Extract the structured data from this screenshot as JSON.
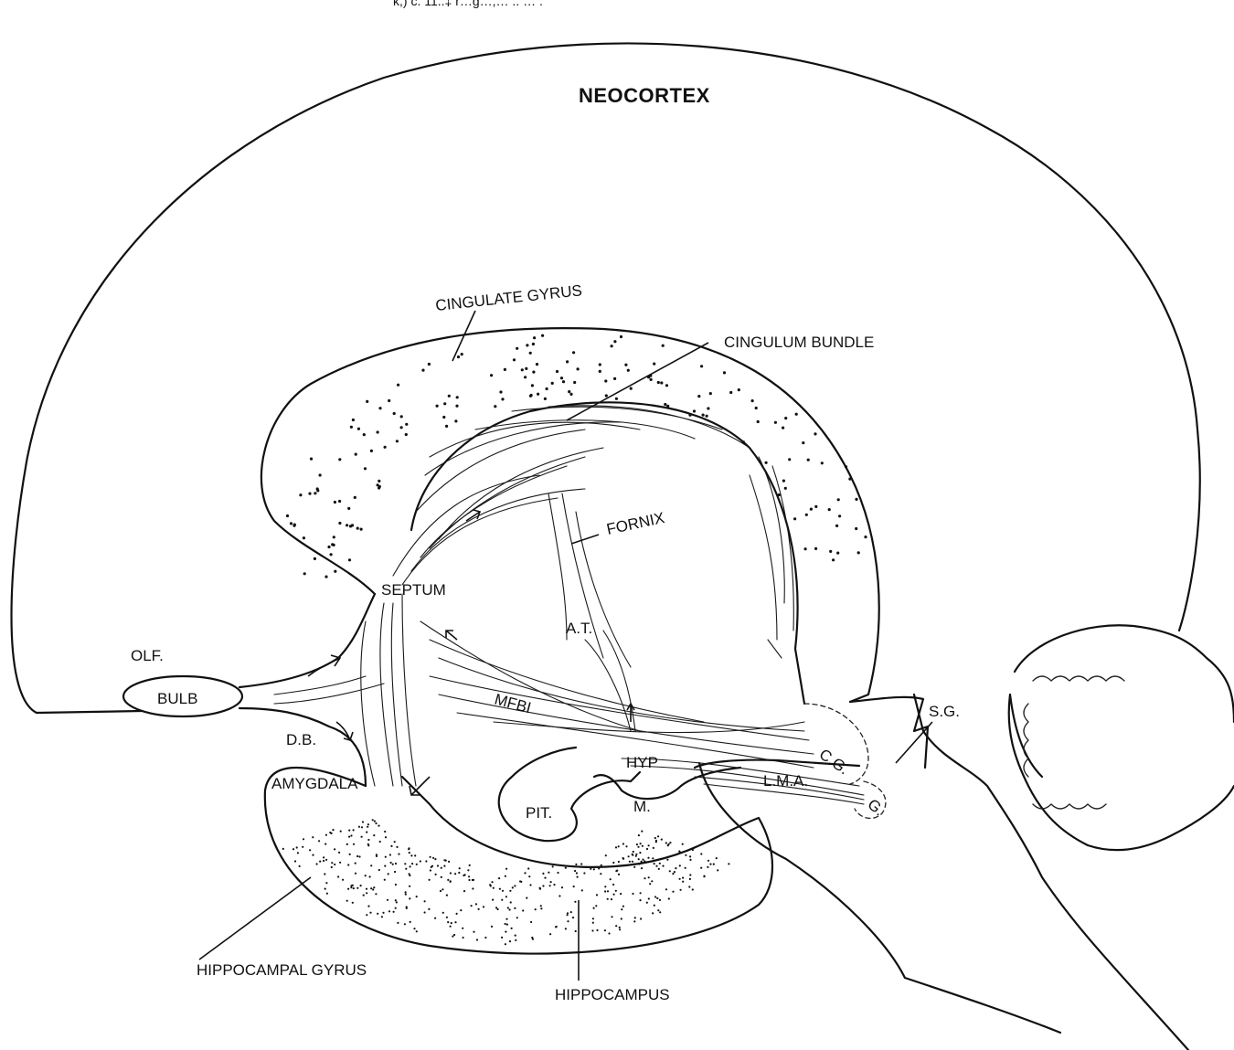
{
  "header_text": "k,) c. 11..‡ r…g…,… .. … .",
  "labels": {
    "neocortex": "NEOCORTEX",
    "cingulate_gyrus": "CINGULATE GYRUS",
    "cingulum_bundle": "CINGULUM BUNDLE",
    "fornix": "FORNIX",
    "septum": "SEPTUM",
    "at": "A.T.",
    "olf": "OLF.",
    "bulb": "BULB",
    "db": "D.B.",
    "mfbi": "MFBI",
    "sg": "S.G.",
    "hyp": "HYP",
    "cg": "C.G.",
    "lma": "L.M.A.",
    "g": "G.",
    "m": "M.",
    "amygdala": "AMYGDALA",
    "pit": "PIT.",
    "hippocampal_gyrus": "HIPPOCAMPAL GYRUS",
    "hippocampus": "HIPPOCAMPUS"
  },
  "colors": {
    "ink": "#111111",
    "paper": "#ffffff"
  }
}
